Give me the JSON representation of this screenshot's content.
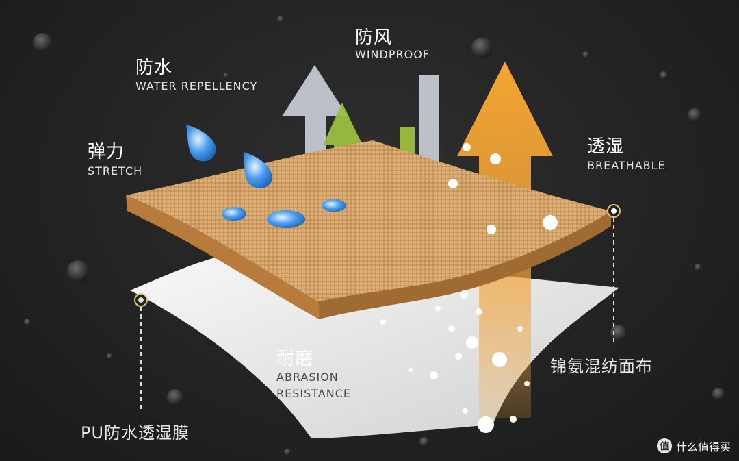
{
  "labels": {
    "waterproof_cn": "防水",
    "waterproof_en": "WATER REPELLENCY",
    "windproof_cn": "防风",
    "windproof_en": "WINDPROOF",
    "stretch_cn": "弹力",
    "stretch_en": "STRETCH",
    "breathable_cn": "透湿",
    "breathable_en": "BREATHABLE",
    "abrasion_cn": "耐磨",
    "abrasion_en_line1": "ABRASION",
    "abrasion_en_line2": "RESISTANCE",
    "outer_fabric": "锦氨混纺面布",
    "membrane": "PU防水透湿膜"
  },
  "watermark": {
    "icon": "值",
    "text": "什么值得买"
  },
  "colors": {
    "fabric": "#d9a56a",
    "membrane": "#f2f2f2",
    "water_arrow": "#c9cdd6",
    "wind_arrow": "#9bbf3f",
    "breath_arrow": "#f0a43a",
    "drop": "#3d8fe0"
  }
}
